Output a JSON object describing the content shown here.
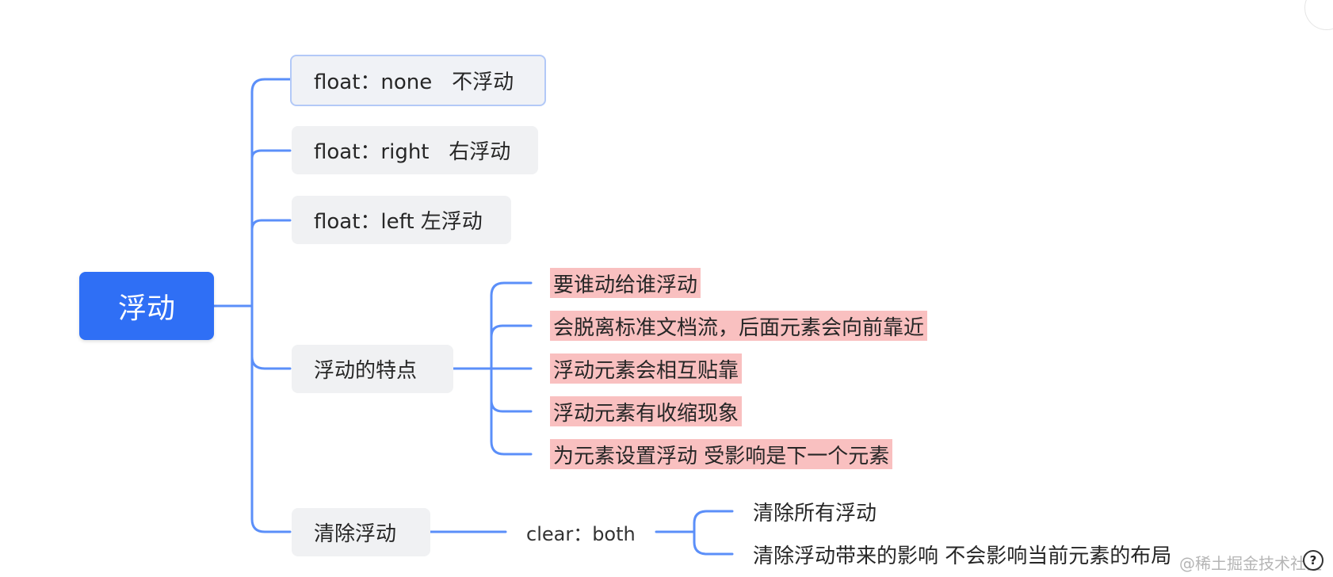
{
  "root": {
    "label": "浮动"
  },
  "branches": [
    {
      "label": "float：none   不浮动"
    },
    {
      "label": "float：right   右浮动"
    },
    {
      "label": "float：left 左浮动"
    },
    {
      "label": "浮动的特点",
      "children": [
        "要谁动给谁浮动",
        "会脱离标准文档流，后面元素会向前靠近",
        "浮动元素会相互贴靠",
        "浮动元素有收缩现象",
        "为元素设置浮动 受影响是下一个元素"
      ]
    },
    {
      "label": "清除浮动",
      "child": {
        "label": "clear：both",
        "children": [
          "清除所有浮动",
          "清除浮动带来的影响 不会影响当前元素的布局"
        ]
      }
    }
  ],
  "watermark": "@稀土掘金技术社区",
  "icons": {
    "help": "question-circle-icon"
  },
  "colors": {
    "root_fill": "#2f6ff5",
    "connector": "#5b8ff9",
    "node_fill": "#f0f1f3",
    "highlight": "#f9c0c0"
  }
}
